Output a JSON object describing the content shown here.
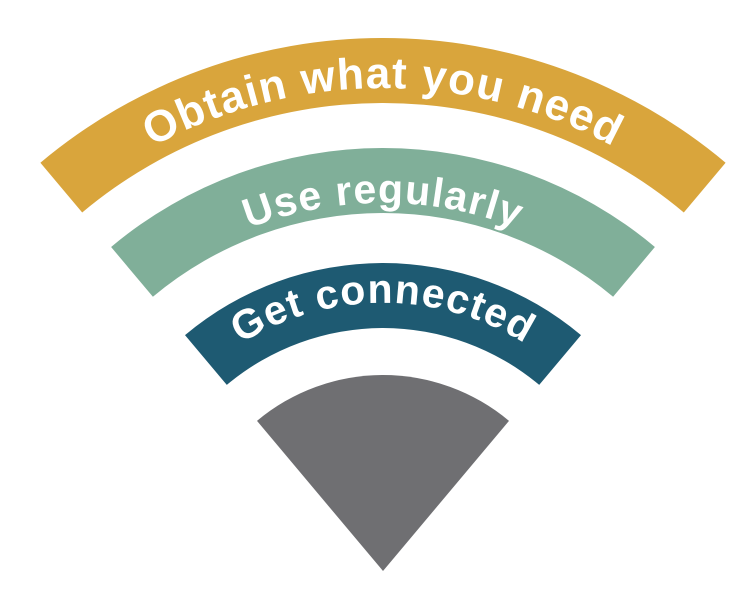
{
  "diagram": {
    "type": "wifi-signal-funnel",
    "background_color": "#ffffff",
    "label_text_color": "#ffffff",
    "bands": [
      {
        "id": "obtain",
        "label": "Obtain what you need",
        "color": "#d9a53c"
      },
      {
        "id": "use-regularly",
        "label": "Use regularly",
        "color": "#80af99"
      },
      {
        "id": "get-connected",
        "label": "Get connected",
        "color": "#1e5a72"
      }
    ],
    "core": {
      "id": "signal-core",
      "color": "#6f6f72"
    }
  }
}
